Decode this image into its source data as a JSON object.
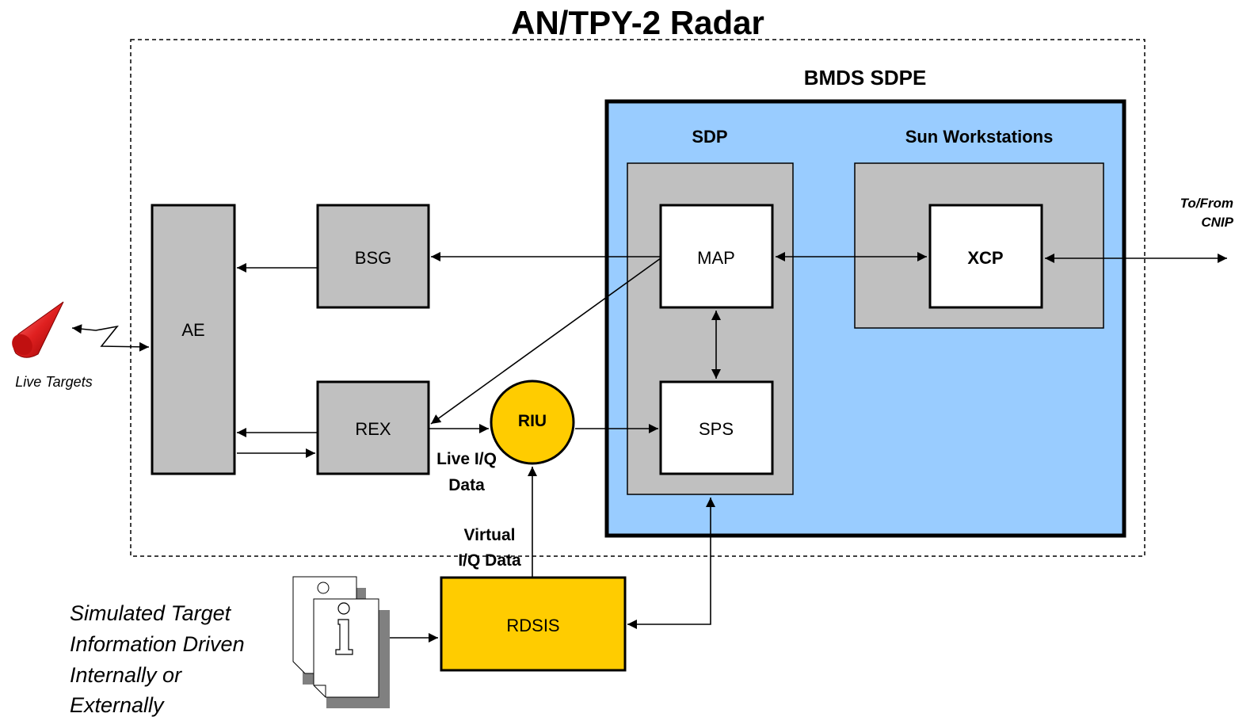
{
  "title": "AN/TPY-2 Radar",
  "groups": {
    "sdpe": "BMDS SDPE",
    "sdp": "SDP",
    "sun": "Sun Workstations"
  },
  "blocks": {
    "ae": "AE",
    "bsg": "BSG",
    "rex": "REX",
    "riu": "RIU",
    "map": "MAP",
    "sps": "SPS",
    "xcp": "XCP",
    "rdsis": "RDSIS"
  },
  "labels": {
    "live_targets": "Live Targets",
    "to_from_1": "To/From",
    "to_from_2": "CNIP",
    "live_iq_1": "Live I/Q",
    "live_iq_2": "Data",
    "virtual_iq_1": "Virtual",
    "virtual_iq_2": "I/Q Data",
    "sim_1": "Simulated Target",
    "sim_2": "Information Driven",
    "sim_3": "Internally or",
    "sim_4": "Externally"
  },
  "colors": {
    "sdpe_fill": "#99ccff",
    "gray_block": "#c0c0c0",
    "yellow_block": "#ffcc00",
    "target_red": "#e02020"
  }
}
